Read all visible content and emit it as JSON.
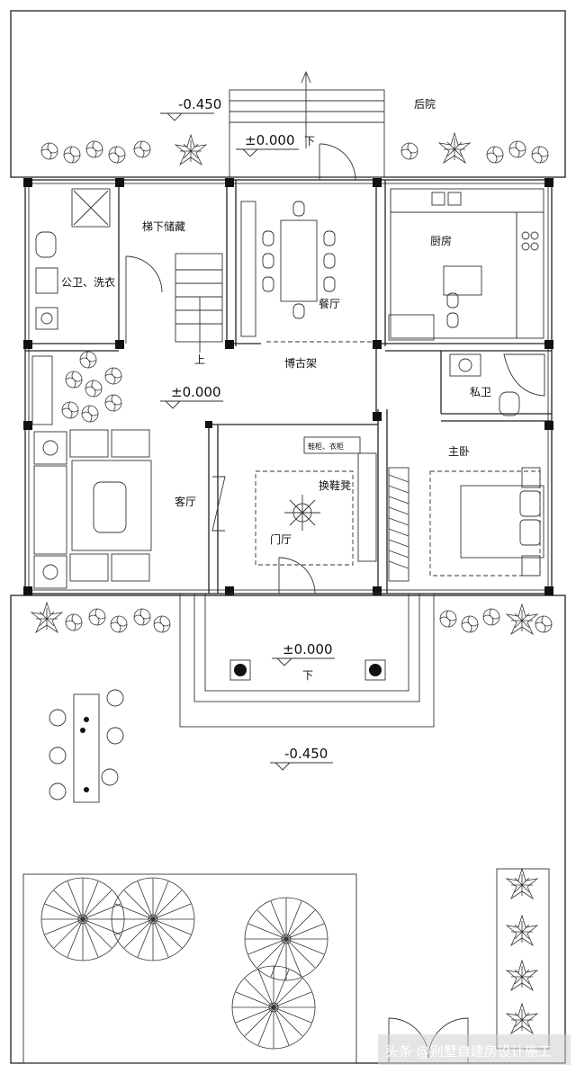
{
  "rooms": {
    "backyard": "后院",
    "under_stair_storage": "梯下储藏",
    "dining": "餐厅",
    "kitchen": "厨房",
    "public_bath": "公卫、洗衣",
    "shelf": "博古架",
    "private_bath": "私卫",
    "living": "客厅",
    "entry_hall": "门厅",
    "shoe_bench": "换鞋凳",
    "master_bed": "主卧",
    "cabinet": "鞋柜、衣柜",
    "up": "上"
  },
  "levels": {
    "back_outer": "-0.450",
    "back_inner": "±0.000",
    "living": "±0.000",
    "porch": "±0.000",
    "front_outer": "-0.450",
    "down_back": "下",
    "down_front": "下"
  },
  "watermark": "头条 @别墅自建房设计施工"
}
